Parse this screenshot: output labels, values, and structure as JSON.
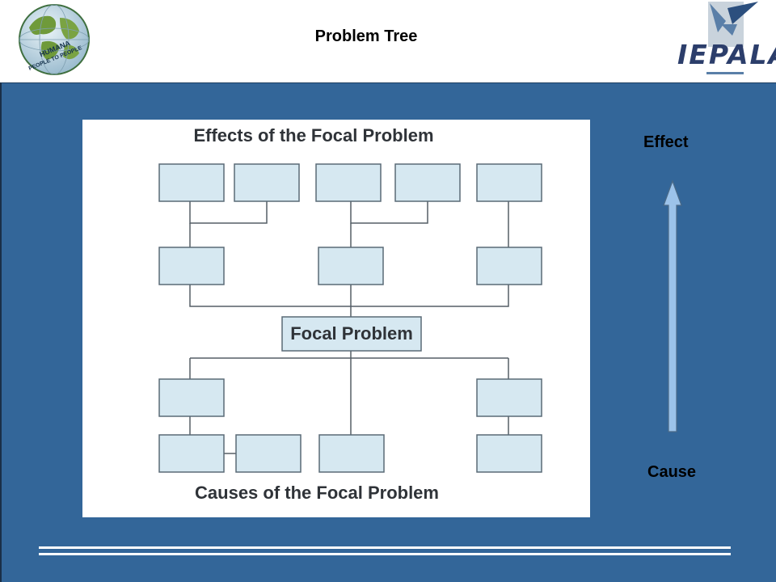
{
  "header": {
    "title": "Problem Tree",
    "left_logo": {
      "icon": "globe-icon",
      "text_line1": "HUMANA",
      "text_line2": "PEOPLE TO PEOPLE"
    },
    "right_logo": {
      "icon": "iepala-logo-icon",
      "text": "IEPALA"
    }
  },
  "diagram": {
    "effects_heading": "Effects of the Focal Problem",
    "focal_problem": "Focal Problem",
    "causes_heading": "Causes of the Focal Problem",
    "box_fill": "#d6e8f1",
    "box_stroke": "#5a6a76"
  },
  "side": {
    "effect_label": "Effect",
    "cause_label": "Cause",
    "arrow_fill": "#9cc3ea"
  },
  "colors": {
    "background": "#336699"
  }
}
